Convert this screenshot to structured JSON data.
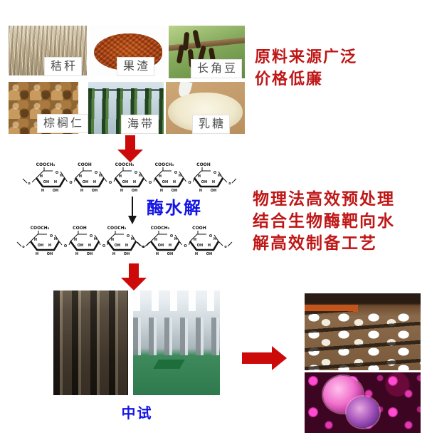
{
  "colors": {
    "accent_red": "#bf1616",
    "arrow_red": "#cc0a0a",
    "blue": "#1414e6",
    "label_gray": "#4a4a4a"
  },
  "materials": {
    "items": [
      {
        "label": "秸秆",
        "photo": "straw"
      },
      {
        "label": "果渣",
        "photo": "fruit-pomace"
      },
      {
        "label": "长角豆",
        "photo": "carob"
      },
      {
        "label": "棕榈仁",
        "photo": "palm-kernel"
      },
      {
        "label": "海带",
        "photo": "kelp"
      },
      {
        "label": "乳糖",
        "photo": "lactose"
      }
    ]
  },
  "notes": {
    "top_right": {
      "lines": [
        "原料来源广泛",
        "价格低廉"
      ]
    },
    "middle_right": {
      "lines": [
        "物理法高效预处理",
        "结合生物酶靶向水",
        "解高效制备工艺"
      ]
    }
  },
  "chem": {
    "enzyme_label": "酶水解",
    "atoms": {
      "ring_o": "O",
      "link_o": "O",
      "h": "H",
      "oh": "OH",
      "terminal": "o"
    },
    "rows": [
      {
        "top_labels": [
          "COOCH₃",
          "COOH",
          "COOCH₃",
          "COOCH₃",
          "COOH"
        ],
        "fragments": [
          [
            0,
            1,
            2,
            3,
            4
          ]
        ]
      },
      {
        "top_labels": [
          "COOCH₃",
          "COOH",
          "COOCH₃",
          "COOCH₃",
          "COOH"
        ],
        "fragments": [
          [
            0,
            1,
            2
          ],
          [
            3,
            4
          ]
        ]
      }
    ]
  },
  "pilot": {
    "label": "中试"
  }
}
